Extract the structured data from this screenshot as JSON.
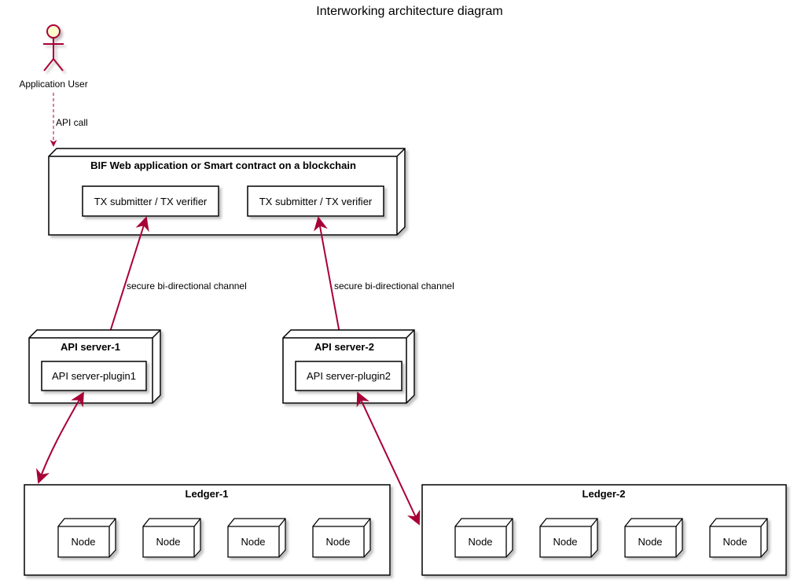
{
  "title": "Interworking architecture diagram",
  "actor": {
    "label": "Application User"
  },
  "edges": {
    "api_call": "API call",
    "channel_left": "secure bi-directional channel",
    "channel_right": "secure bi-directional channel"
  },
  "web_app": {
    "title": "BIF Web application or Smart contract on a blockchain",
    "components": [
      "TX submitter / TX verifier",
      "TX submitter / TX verifier"
    ]
  },
  "api_servers": [
    {
      "title": "API server-1",
      "plugin": "API server-plugin1"
    },
    {
      "title": "API server-2",
      "plugin": "API server-plugin2"
    }
  ],
  "ledgers": [
    {
      "title": "Ledger-1",
      "nodes": [
        "Node",
        "Node",
        "Node",
        "Node"
      ]
    },
    {
      "title": "Ledger-2",
      "nodes": [
        "Node",
        "Node",
        "Node",
        "Node"
      ]
    }
  ],
  "colors": {
    "actor_fill": "#FEFECE",
    "arrow": "#A80036",
    "stroke": "#000000",
    "shadow": "#CCCCCC"
  }
}
